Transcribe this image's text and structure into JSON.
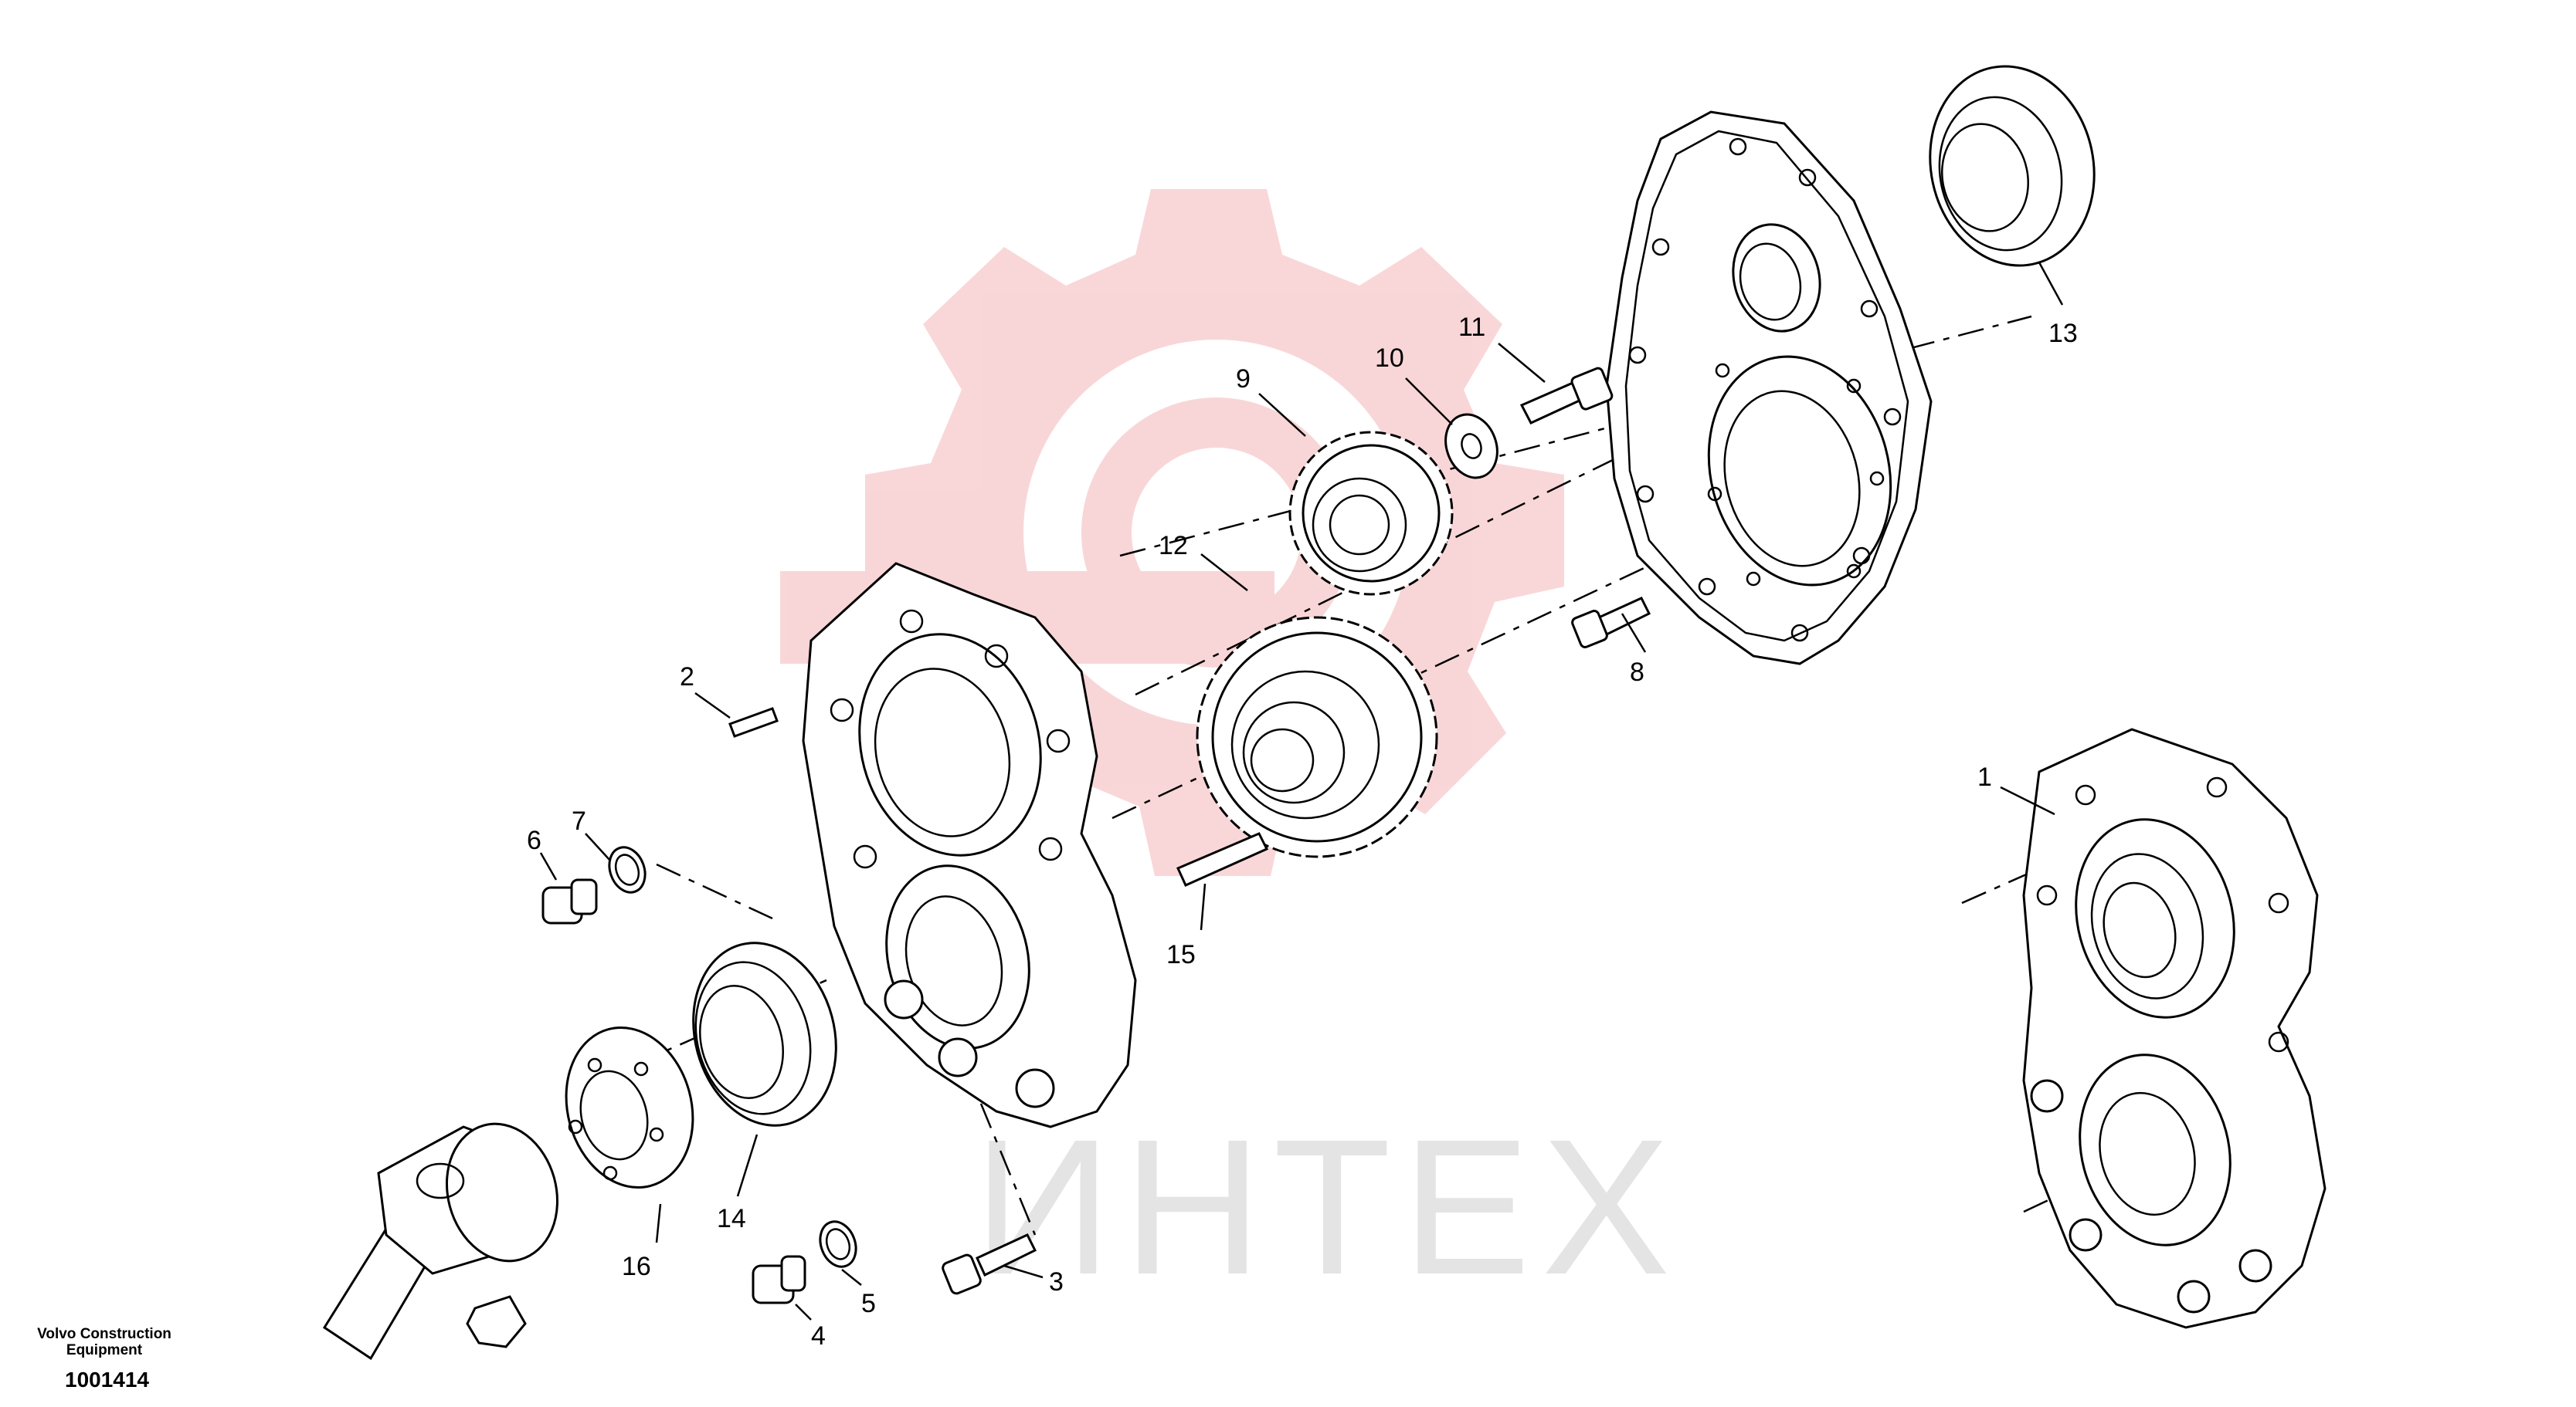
{
  "watermark": {
    "text": "ИHTEX",
    "gear_color": "#f4b6b8"
  },
  "callouts": {
    "c1": "1",
    "c2": "2",
    "c3": "3",
    "c4": "4",
    "c5": "5",
    "c6": "6",
    "c7": "7",
    "c8": "8",
    "c9": "9",
    "c10": "10",
    "c11": "11",
    "c12": "12",
    "c13": "13",
    "c14": "14",
    "c15": "15",
    "c16": "16"
  },
  "footer": {
    "maker_line1": "Volvo Construction",
    "maker_line2": "Equipment",
    "drawing_number": "1001414"
  }
}
